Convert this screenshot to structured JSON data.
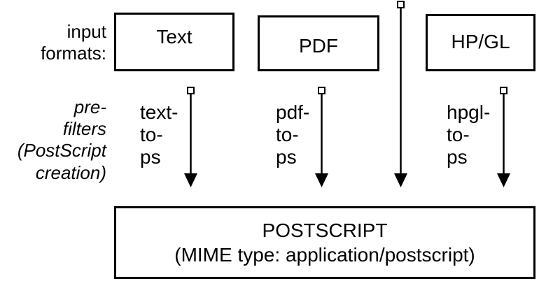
{
  "input_label": [
    "input",
    "formats:"
  ],
  "prefilter_label": [
    "pre-",
    "filters",
    "(PostScript",
    "creation)"
  ],
  "inputs": {
    "text": "Text",
    "pdf": "PDF",
    "hpgl": "HP/GL"
  },
  "filters": {
    "text": [
      "text-",
      "to-",
      "ps"
    ],
    "pdf": [
      "pdf-",
      "to-",
      "ps"
    ],
    "hpgl": [
      "hpgl-",
      "to-",
      "ps"
    ]
  },
  "output": {
    "title": "POSTSCRIPT",
    "subtitle": "(MIME type: application/postscript)"
  }
}
